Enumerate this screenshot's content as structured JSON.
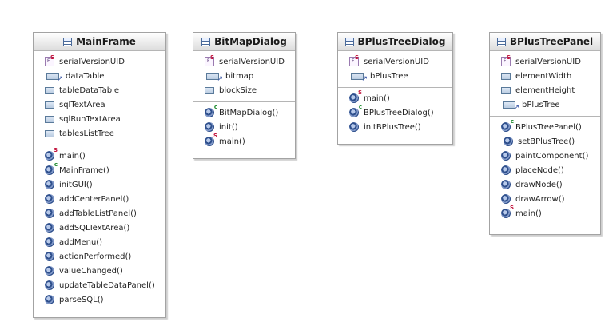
{
  "classes": [
    {
      "name": "MainFrame",
      "attributes": [
        {
          "name": "serialVersionUID",
          "icon": "static-final-field-icon"
        },
        {
          "name": "dataTable",
          "icon": "association-field-icon"
        },
        {
          "name": "tableDataTable",
          "icon": "field-icon"
        },
        {
          "name": "sqlTextArea",
          "icon": "field-icon"
        },
        {
          "name": "sqlRunTextArea",
          "icon": "field-icon"
        },
        {
          "name": "tablesListTree",
          "icon": "field-icon"
        }
      ],
      "operations": [
        {
          "name": "main()",
          "kind": "static"
        },
        {
          "name": "MainFrame()",
          "kind": "ctor"
        },
        {
          "name": "initGUI()",
          "kind": "op"
        },
        {
          "name": "addCenterPanel()",
          "kind": "op"
        },
        {
          "name": "addTableListPanel()",
          "kind": "op"
        },
        {
          "name": "addSQLTextArea()",
          "kind": "op"
        },
        {
          "name": "addMenu()",
          "kind": "op"
        },
        {
          "name": "actionPerformed()",
          "kind": "op"
        },
        {
          "name": "valueChanged()",
          "kind": "op"
        },
        {
          "name": "updateTableDataPanel()",
          "kind": "op"
        },
        {
          "name": "parseSQL()",
          "kind": "op"
        }
      ]
    },
    {
      "name": "BitMapDialog",
      "attributes": [
        {
          "name": "serialVersionUID",
          "icon": "static-final-field-icon"
        },
        {
          "name": "bitmap",
          "icon": "association-field-icon"
        },
        {
          "name": "blockSize",
          "icon": "field-icon"
        }
      ],
      "operations": [
        {
          "name": "BitMapDialog()",
          "kind": "ctor"
        },
        {
          "name": "init()",
          "kind": "op"
        },
        {
          "name": "main()",
          "kind": "static"
        }
      ]
    },
    {
      "name": "BPlusTreeDialog",
      "attributes": [
        {
          "name": "serialVersionUID",
          "icon": "static-final-field-icon"
        },
        {
          "name": "bPlusTree",
          "icon": "association-field-icon"
        }
      ],
      "operations": [
        {
          "name": "main()",
          "kind": "static"
        },
        {
          "name": "BPlusTreeDialog()",
          "kind": "ctor"
        },
        {
          "name": "initBPlusTree()",
          "kind": "op"
        }
      ]
    },
    {
      "name": "BPlusTreePanel",
      "attributes": [
        {
          "name": "serialVersionUID",
          "icon": "static-final-field-icon"
        },
        {
          "name": "elementWidth",
          "icon": "field-icon"
        },
        {
          "name": "elementHeight",
          "icon": "field-icon"
        },
        {
          "name": "bPlusTree",
          "icon": "association-field-icon"
        }
      ],
      "operations": [
        {
          "name": "BPlusTreePanel()",
          "kind": "ctor"
        },
        {
          "name": "setBPlusTree()",
          "kind": "op"
        },
        {
          "name": "paintComponent()",
          "kind": "op"
        },
        {
          "name": "placeNode()",
          "kind": "op"
        },
        {
          "name": "drawNode()",
          "kind": "op"
        },
        {
          "name": "drawArrow()",
          "kind": "op"
        },
        {
          "name": "main()",
          "kind": "static"
        }
      ]
    }
  ]
}
